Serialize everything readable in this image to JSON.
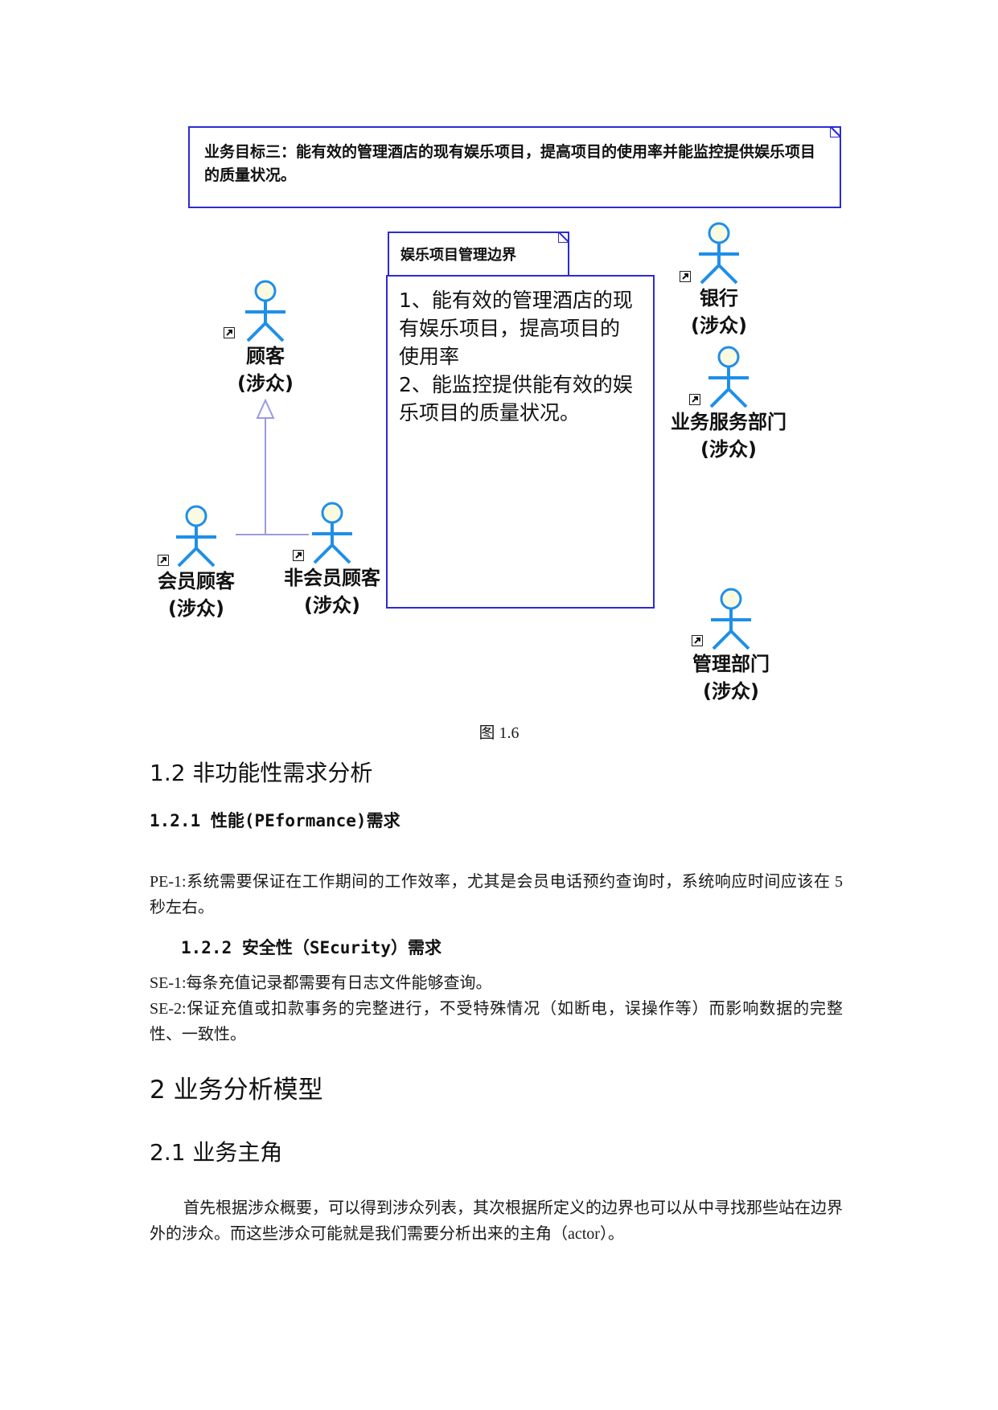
{
  "diagram": {
    "goal_note": "业务目标三：能有效的管理酒店的现有娱乐项目，提高项目的使用率并能监控提供娱乐项目的质量状况。",
    "package": {
      "name": "娱乐项目管理边界",
      "lines": [
        "1、能有效的管理酒店的现",
        "有娱乐项目，提高项目的",
        "使用率",
        "2、能监控提供能有效的娱",
        "乐项目的质量状况。"
      ]
    },
    "actors": [
      {
        "name": "顾客",
        "stereotype": "(涉众)"
      },
      {
        "name": "会员顾客",
        "stereotype": "(涉众)"
      },
      {
        "name": "非会员顾客",
        "stereotype": "(涉众)"
      },
      {
        "name": "银行",
        "stereotype": "(涉众)"
      },
      {
        "name": "业务服务部门",
        "stereotype": "(涉众)"
      },
      {
        "name": "管理部门",
        "stereotype": "(涉众)"
      }
    ],
    "caption": "图 1.6"
  },
  "section_1_2": {
    "title": "1.2 非功能性需求分析",
    "perf": {
      "title": "1.2.1 性能(PEformance)需求",
      "para": "PE-1:系统需要保证在工作期间的工作效率，尤其是会员电话预约查询时，系统响应时间应该在 5 秒左右。"
    },
    "security": {
      "title": "1.2.2 安全性（SEcurity）需求",
      "p1": "SE-1:每条充值记录都需要有日志文件能够查询。",
      "p2": "SE-2:保证充值或扣款事务的完整进行，不受特殊情况（如断电，误操作等）而影响数据的完整性、一致性。"
    }
  },
  "section_2": {
    "title": "2 业务分析模型",
    "sub": {
      "title": "2.1 业务主角",
      "para": "首先根据涉众概要，可以得到涉众列表，其次根据所定义的边界也可以从中寻找那些站在边界外的涉众。而这些涉众可能就是我们需要分析出来的主角（actor）。"
    }
  },
  "colors": {
    "actor_stroke": "#1f8fe8",
    "actor_head_fill": "#fafae0",
    "note_border": "#2b2bd6",
    "generalization": "#9a9ae0"
  }
}
